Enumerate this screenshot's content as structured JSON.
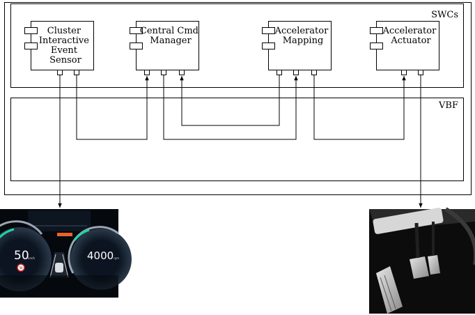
{
  "containers": {
    "outer_label": "",
    "swcs_label": "SWCs",
    "vbf_label": "VBF"
  },
  "components": [
    {
      "id": "cluster",
      "lines": [
        "Cluster",
        "Interactive",
        "Event",
        "Sensor"
      ]
    },
    {
      "id": "central",
      "lines": [
        "Central Cmd",
        "Manager"
      ]
    },
    {
      "id": "accmap",
      "lines": [
        "Accelerator",
        "Mapping"
      ]
    },
    {
      "id": "accact",
      "lines": [
        "Accelerator",
        "Actuator"
      ]
    }
  ],
  "dashboard": {
    "speed": "50",
    "speed_unit": "km/h",
    "rpm": "4000",
    "rpm_unit": "rpm",
    "speed_limit": "50",
    "accent_color": "#1fd3a6",
    "warn_color": "#e8622c"
  },
  "colors": {
    "line": "#000000",
    "box_fill": "#ffffff",
    "pedal_metal": "#c9c9c9"
  }
}
